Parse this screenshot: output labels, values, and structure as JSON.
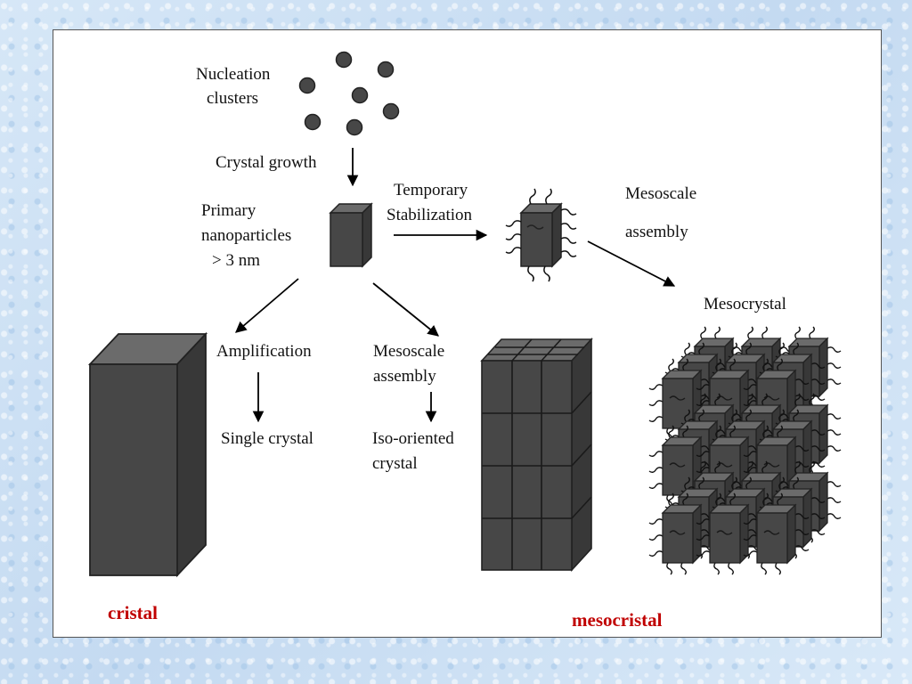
{
  "labels": {
    "nucleation_line1": "Nucleation",
    "nucleation_line2": "clusters",
    "crystal_growth": "Crystal growth",
    "primary_line1": "Primary",
    "primary_line2": "nanoparticles",
    "primary_line3": "> 3 nm",
    "temporary_line1": "Temporary",
    "temporary_line2": "Stabilization",
    "mesoscale_top_line1": "Mesoscale",
    "mesoscale_top_line2": "assembly",
    "mesocrystal": "Mesocrystal",
    "amplification": "Amplification",
    "single_crystal": "Single crystal",
    "mesoscale_mid_line1": "Mesoscale",
    "mesoscale_mid_line2": "assembly",
    "iso_line1": "Iso-oriented",
    "iso_line2": "crystal",
    "cristal": "cristal",
    "mesocristal": "mesocristal"
  },
  "colors": {
    "block_face": "#474747",
    "block_top": "#6b6b6b",
    "block_side": "#383838",
    "accent_red": "#c00000"
  }
}
